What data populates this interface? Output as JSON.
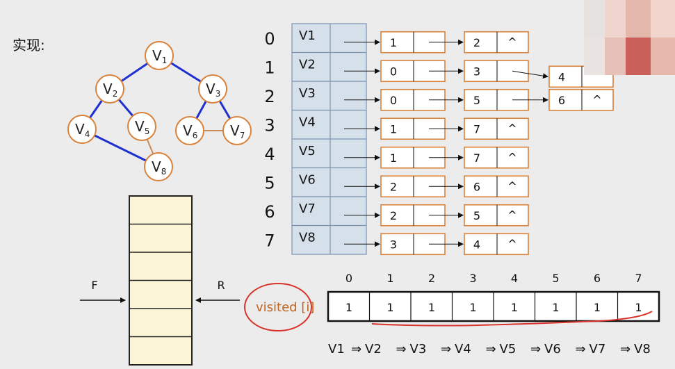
{
  "title": "实现:",
  "graph": {
    "nodes": [
      {
        "id": "V1",
        "letter": "V",
        "sub": "1"
      },
      {
        "id": "V2",
        "letter": "V",
        "sub": "2"
      },
      {
        "id": "V3",
        "letter": "V",
        "sub": "3"
      },
      {
        "id": "V4",
        "letter": "V",
        "sub": "4"
      },
      {
        "id": "V5",
        "letter": "V",
        "sub": "5"
      },
      {
        "id": "V6",
        "letter": "V",
        "sub": "6"
      },
      {
        "id": "V7",
        "letter": "V",
        "sub": "7"
      },
      {
        "id": "V8",
        "letter": "V",
        "sub": "8"
      }
    ],
    "edges": [
      {
        "from": "V1",
        "to": "V2",
        "style": "blue"
      },
      {
        "from": "V1",
        "to": "V3",
        "style": "blue"
      },
      {
        "from": "V2",
        "to": "V4",
        "style": "blue"
      },
      {
        "from": "V2",
        "to": "V5",
        "style": "blue"
      },
      {
        "from": "V3",
        "to": "V6",
        "style": "blue"
      },
      {
        "from": "V3",
        "to": "V7",
        "style": "blue"
      },
      {
        "from": "V4",
        "to": "V8",
        "style": "blue"
      },
      {
        "from": "V5",
        "to": "V8",
        "style": "orange"
      },
      {
        "from": "V6",
        "to": "V7",
        "style": "orange"
      }
    ]
  },
  "adjacency": {
    "rows": [
      {
        "index": "0",
        "vertex": "V1",
        "list": [
          "1",
          "2"
        ]
      },
      {
        "index": "1",
        "vertex": "V2",
        "list": [
          "0",
          "3",
          "4"
        ]
      },
      {
        "index": "2",
        "vertex": "V3",
        "list": [
          "0",
          "5",
          "6"
        ]
      },
      {
        "index": "3",
        "vertex": "V4",
        "list": [
          "1",
          "7"
        ]
      },
      {
        "index": "4",
        "vertex": "V5",
        "list": [
          "1",
          "7"
        ]
      },
      {
        "index": "5",
        "vertex": "V6",
        "list": [
          "2",
          "6"
        ]
      },
      {
        "index": "6",
        "vertex": "V7",
        "list": [
          "2",
          "5"
        ]
      },
      {
        "index": "7",
        "vertex": "V8",
        "list": [
          "3",
          "4"
        ]
      }
    ],
    "null_symbol": "^"
  },
  "queue": {
    "front_label": "F",
    "rear_label": "R",
    "cells": 6
  },
  "visited": {
    "label": "visited [i]",
    "indices": [
      "0",
      "1",
      "2",
      "3",
      "4",
      "5",
      "6",
      "7"
    ],
    "values": [
      "1",
      "1",
      "1",
      "1",
      "1",
      "1",
      "1",
      "1"
    ]
  },
  "traversal": {
    "first": "V1",
    "arrow": "⇒",
    "rest": [
      "V2",
      "V3",
      "V4",
      "V5",
      "V6",
      "V7",
      "V8"
    ]
  },
  "colors": {
    "node_border": "#d9823b",
    "edge_blue": "#1f2fd1",
    "edge_orange": "#c98a55",
    "head_fill": "#d5e0ea",
    "head_border": "#7b93b0",
    "list_border": "#d9823b",
    "queue_fill": "#fbf5d6",
    "highlight": "#d9342b"
  }
}
